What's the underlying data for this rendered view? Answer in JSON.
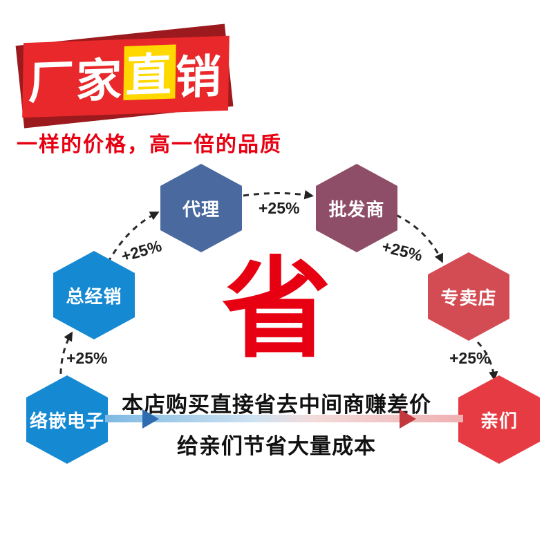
{
  "banner": {
    "title_prefix": "厂家",
    "title_highlight": "直",
    "title_suffix": "销",
    "subtitle": "一样的价格，高一倍的品质"
  },
  "diagram": {
    "center_char": "省",
    "nodes": [
      {
        "label": "络嵌电子",
        "color": "#1689d3"
      },
      {
        "label": "总经销",
        "color": "#1689d3"
      },
      {
        "label": "代理",
        "color": "#49699f"
      },
      {
        "label": "批发商",
        "color": "#8e4e67"
      },
      {
        "label": "专卖店",
        "color": "#d34b53"
      },
      {
        "label": "亲们",
        "color": "#e73b43"
      }
    ],
    "increment_labels": [
      "+25%",
      "+25%",
      "+25%",
      "+25%",
      "+25%"
    ]
  },
  "footer": {
    "line1": "本店购买直接省去中间商赚差价",
    "line2": "给亲们节省大量成本"
  },
  "colors": {
    "banner_red": "#e8282b",
    "banner_shadow_red": "#9c1a1d",
    "highlight_yellow": "#ffd800",
    "accent_red": "#e60012",
    "flow_arrow_blue": "#2d6db0",
    "flow_arrow_red": "#c2383d",
    "dashed_arrow": "#2a2a2a"
  }
}
